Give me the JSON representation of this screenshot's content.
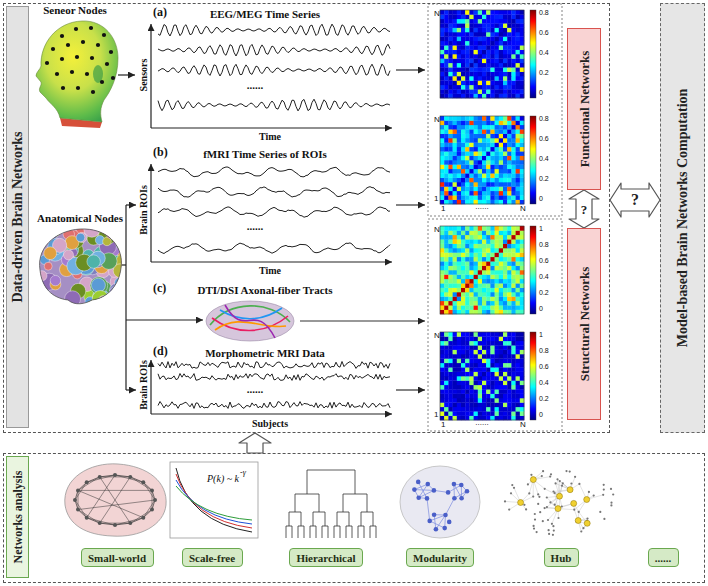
{
  "diagram": {
    "nodes": [
      {
        "text": [
          "Data-driven Brain Networks"
        ]
      },
      {
        "text": [
          "Functional Networks"
        ],
        "in": 0
      },
      {
        "text": [
          "Structural Networks"
        ],
        "in": 0
      },
      {
        "text": [
          "Model-based Brain Networks Computation"
        ]
      },
      {
        "text": [
          "Networks analysis"
        ]
      },
      {
        "text": [
          "Small-world"
        ],
        "in": 4
      },
      {
        "text": [
          "Scale-free"
        ],
        "in": 4
      },
      {
        "text": [
          "Hierarchical"
        ],
        "in": 4
      },
      {
        "text": [
          "Modularity"
        ],
        "in": 4
      },
      {
        "text": [
          "Hub"
        ],
        "in": 4
      },
      {
        "text": [
          "......"
        ],
        "in": 4
      }
    ],
    "edges": [
      {
        "from": 1,
        "to": 2,
        "arrow": "both",
        "label": "?"
      },
      {
        "from": 0,
        "to": 3,
        "arrow": "both",
        "label": "?"
      },
      {
        "from": 4,
        "to": 0,
        "arrow": "to"
      }
    ],
    "labels": [
      "Seneor Nodes",
      "Anatomical Nodes",
      "(a)",
      "EEG/MEG Time Series",
      "Sensors",
      "......",
      "Time",
      "(b)",
      "fMRI Time Series of ROIs",
      "Brain ROIs",
      "......",
      "Time",
      "(c)",
      "DTI/DSI Axonal-fiber Tracts",
      "(d)",
      "Morphometric MRI Data",
      "Brain ROIs",
      "......",
      "Subjects",
      "N",
      "0.8",
      "0.6",
      "0.4",
      "0.2",
      "0",
      "N",
      "1",
      "1",
      "......",
      "N",
      "0.8",
      "0.6",
      "0.4",
      "0.2",
      "0",
      "N",
      "1",
      "0.8",
      "0.6",
      "0.4",
      "0.2",
      "0",
      "N",
      "1",
      "1",
      "......",
      "N",
      "1",
      "0.8",
      "0.6",
      "0.4",
      "0.2",
      "0",
      "P(k) ~ k",
      "-γ"
    ]
  }
}
